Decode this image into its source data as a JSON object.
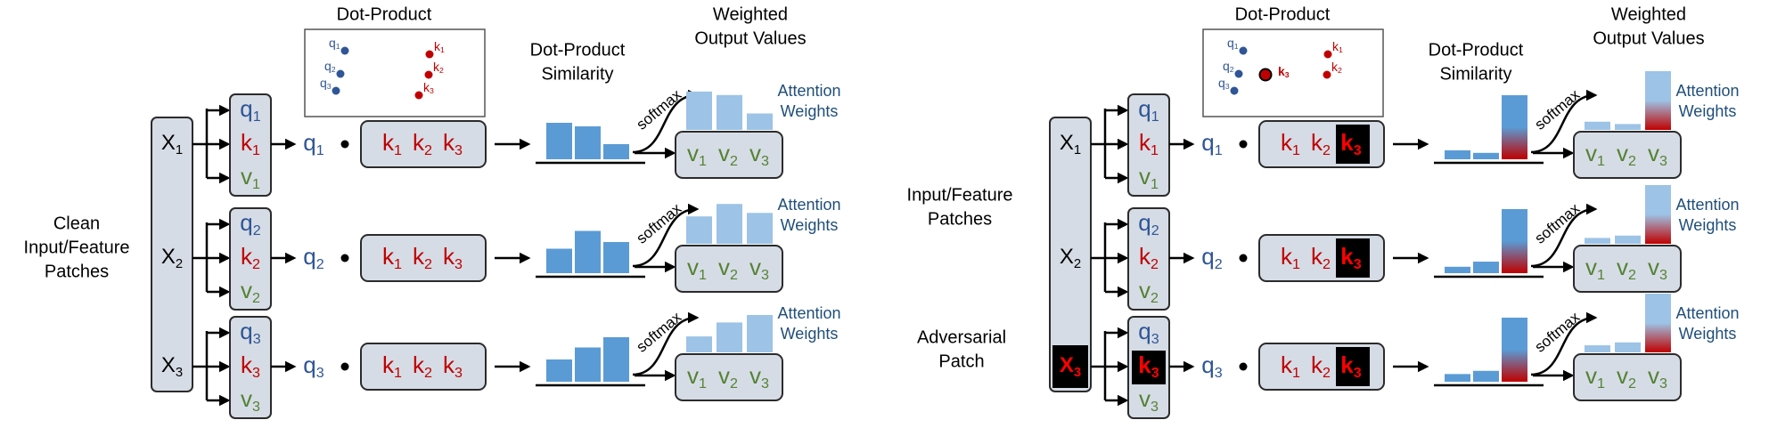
{
  "colors": {
    "box_fill": "#d6dce5",
    "box_stroke": "#2b2b2b",
    "query_blue": "#2f5597",
    "key_red": "#c00000",
    "value_green": "#548235",
    "bar_dark": "#5b9bd5",
    "bar_light": "#9dc3e6",
    "adv_red": "#ff0000",
    "adv_bg": "#000000",
    "weights_label": "#1f4e79",
    "text": "#000000"
  },
  "left_panel": {
    "input_label_lines": [
      "Clean",
      "Input/Feature",
      "Patches"
    ],
    "dot_product_title": "Dot-Product",
    "similarity_title_lines": [
      "Dot-Product",
      "Similarity"
    ],
    "output_title_lines": [
      "Weighted",
      "Output Values"
    ],
    "softmax_label": "softmax",
    "attention_label_lines": [
      "Attention",
      "Weights"
    ],
    "rows": [
      {
        "input": "X",
        "input_sub": "1",
        "qkv": [
          {
            "l": "q",
            "s": "1"
          },
          {
            "l": "k",
            "s": "1"
          },
          {
            "l": "v",
            "s": "1"
          }
        ],
        "query": {
          "l": "q",
          "s": "1"
        },
        "keys": [
          {
            "l": "k",
            "s": "1"
          },
          {
            "l": "k",
            "s": "2"
          },
          {
            "l": "k",
            "s": "3"
          }
        ],
        "values": [
          {
            "l": "v",
            "s": "1"
          },
          {
            "l": "v",
            "s": "2"
          },
          {
            "l": "v",
            "s": "3"
          }
        ],
        "similarity": [
          0.82,
          0.74,
          0.34
        ],
        "weights": [
          0.77,
          0.7,
          0.33
        ]
      },
      {
        "input": "X",
        "input_sub": "2",
        "qkv": [
          {
            "l": "q",
            "s": "2"
          },
          {
            "l": "k",
            "s": "2"
          },
          {
            "l": "v",
            "s": "2"
          }
        ],
        "query": {
          "l": "q",
          "s": "2"
        },
        "keys": [
          {
            "l": "k",
            "s": "1"
          },
          {
            "l": "k",
            "s": "2"
          },
          {
            "l": "k",
            "s": "3"
          }
        ],
        "values": [
          {
            "l": "v",
            "s": "1"
          },
          {
            "l": "v",
            "s": "2"
          },
          {
            "l": "v",
            "s": "3"
          }
        ],
        "similarity": [
          0.55,
          0.95,
          0.7
        ],
        "weights": [
          0.55,
          0.8,
          0.62
        ]
      },
      {
        "input": "X",
        "input_sub": "3",
        "qkv": [
          {
            "l": "q",
            "s": "3"
          },
          {
            "l": "k",
            "s": "3"
          },
          {
            "l": "v",
            "s": "3"
          }
        ],
        "query": {
          "l": "q",
          "s": "3"
        },
        "keys": [
          {
            "l": "k",
            "s": "1"
          },
          {
            "l": "k",
            "s": "2"
          },
          {
            "l": "k",
            "s": "3"
          }
        ],
        "values": [
          {
            "l": "v",
            "s": "1"
          },
          {
            "l": "v",
            "s": "2"
          },
          {
            "l": "v",
            "s": "3"
          }
        ],
        "similarity": [
          0.5,
          0.77,
          1.0
        ],
        "weights": [
          0.32,
          0.6,
          0.75
        ]
      }
    ],
    "scatter_points": [
      {
        "label": "q",
        "sub": "1",
        "kind": "query"
      },
      {
        "label": "q",
        "sub": "2",
        "kind": "query"
      },
      {
        "label": "q",
        "sub": "3",
        "kind": "query"
      },
      {
        "label": "k",
        "sub": "1",
        "kind": "key"
      },
      {
        "label": "k",
        "sub": "2",
        "kind": "key"
      },
      {
        "label": "k",
        "sub": "3",
        "kind": "key"
      }
    ]
  },
  "right_panel": {
    "input_label_lines": [
      "Input/Feature",
      "Patches"
    ],
    "adversarial_label_lines": [
      "Adversarial",
      "Patch"
    ],
    "dot_product_title": "Dot-Product",
    "similarity_title_lines": [
      "Dot-Product",
      "Similarity"
    ],
    "output_title_lines": [
      "Weighted",
      "Output Values"
    ],
    "softmax_label": "softmax",
    "attention_label_lines": [
      "Attention",
      "Weights"
    ],
    "rows": [
      {
        "input": "X",
        "input_sub": "1",
        "qkv": [
          {
            "l": "q",
            "s": "1"
          },
          {
            "l": "k",
            "s": "1"
          },
          {
            "l": "v",
            "s": "1"
          }
        ],
        "query": {
          "l": "q",
          "s": "1"
        },
        "keys": [
          {
            "l": "k",
            "s": "1"
          },
          {
            "l": "k",
            "s": "2"
          },
          {
            "l": "k",
            "s": "3"
          }
        ],
        "values": [
          {
            "l": "v",
            "s": "1"
          },
          {
            "l": "v",
            "s": "2"
          },
          {
            "l": "v",
            "s": "3"
          }
        ],
        "similarity": [
          0.14,
          0.1,
          1.0
        ],
        "weights": [
          0.14,
          0.1,
          1.0
        ]
      },
      {
        "input": "X",
        "input_sub": "2",
        "qkv": [
          {
            "l": "q",
            "s": "2"
          },
          {
            "l": "k",
            "s": "2"
          },
          {
            "l": "v",
            "s": "2"
          }
        ],
        "query": {
          "l": "q",
          "s": "2"
        },
        "keys": [
          {
            "l": "k",
            "s": "1"
          },
          {
            "l": "k",
            "s": "2"
          },
          {
            "l": "k",
            "s": "3"
          }
        ],
        "values": [
          {
            "l": "v",
            "s": "1"
          },
          {
            "l": "v",
            "s": "2"
          },
          {
            "l": "v",
            "s": "3"
          }
        ],
        "similarity": [
          0.1,
          0.18,
          1.0
        ],
        "weights": [
          0.1,
          0.14,
          1.0
        ]
      },
      {
        "input": "X",
        "input_sub": "3",
        "qkv": [
          {
            "l": "q",
            "s": "3"
          },
          {
            "l": "k",
            "s": "3"
          },
          {
            "l": "v",
            "s": "3"
          }
        ],
        "query": {
          "l": "q",
          "s": "3"
        },
        "keys": [
          {
            "l": "k",
            "s": "1"
          },
          {
            "l": "k",
            "s": "2"
          },
          {
            "l": "k",
            "s": "3"
          }
        ],
        "values": [
          {
            "l": "v",
            "s": "1"
          },
          {
            "l": "v",
            "s": "2"
          },
          {
            "l": "v",
            "s": "3"
          }
        ],
        "similarity": [
          0.12,
          0.17,
          1.0
        ],
        "weights": [
          0.12,
          0.17,
          1.0
        ]
      }
    ],
    "scatter_points": [
      {
        "label": "q",
        "sub": "1",
        "kind": "query"
      },
      {
        "label": "q",
        "sub": "2",
        "kind": "query"
      },
      {
        "label": "q",
        "sub": "3",
        "kind": "query"
      },
      {
        "label": "k",
        "sub": "1",
        "kind": "key"
      },
      {
        "label": "k",
        "sub": "2",
        "kind": "key"
      },
      {
        "label": "k",
        "sub": "3",
        "kind": "adv"
      }
    ]
  }
}
